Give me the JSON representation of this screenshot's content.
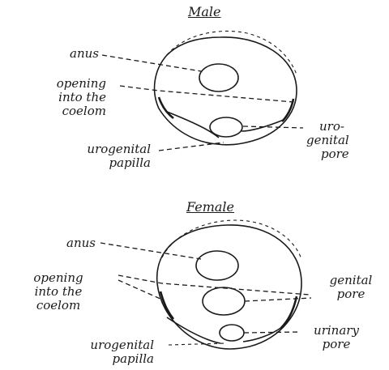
{
  "male": {
    "title": "Male",
    "labels": {
      "anus": "anus",
      "opening_line1": "opening",
      "opening_line2": "into the",
      "opening_line3": "coelom",
      "papilla_line1": "urogenital",
      "papilla_line2": "papilla",
      "pore_line1": "uro-",
      "pore_line2": "genital",
      "pore_line3": "pore"
    }
  },
  "female": {
    "title": "Female",
    "labels": {
      "anus": "anus",
      "opening_line1": "opening",
      "opening_line2": "into the",
      "opening_line3": "coelom",
      "papilla_line1": "urogenital",
      "papilla_line2": "papilla",
      "genital_line1": "genital",
      "genital_line2": "pore",
      "urinary_line1": "urinary",
      "urinary_line2": "pore"
    }
  }
}
